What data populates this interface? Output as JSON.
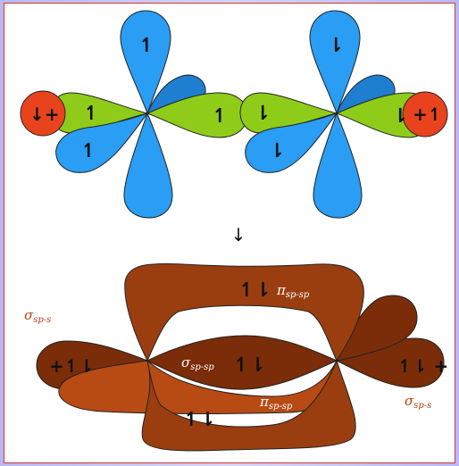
{
  "colors": {
    "blue_lobe": "#2a9df4",
    "blue_lobe_dark": "#1e7fd0",
    "green_lobe": "#8fcc1a",
    "red_s": "#e8431c",
    "brown": "#9a3e10",
    "brown_dark": "#7a2d08",
    "brown_light": "#b84a14",
    "label_orange": "#b8410f"
  },
  "top_left_atom": {
    "s_orbital_spin": "↓+",
    "green_left_spin": "↿",
    "blue_up_spin": "↿",
    "blue_down_spin": "↿",
    "green_right_spin": "↿"
  },
  "top_right_atom": {
    "blue_up_spin": "⇂",
    "green_left_spin": "⇂",
    "blue_down_spin": "⇂",
    "green_right_spin": "⇂",
    "s_orbital_spin": "+↿"
  },
  "reaction_arrow": "↓",
  "bottom": {
    "sigma_sps_left": {
      "symbol": "σ",
      "subscript": "sp-s"
    },
    "sigma_sps_right": {
      "symbol": "σ",
      "subscript": "sp-s"
    },
    "sigma_spsp": {
      "symbol": "σ",
      "subscript": "sp-sp"
    },
    "pi_spsp_top": {
      "symbol": "π",
      "subscript": "sp-sp"
    },
    "pi_spsp_bottom": {
      "symbol": "π",
      "subscript": "sp-sp"
    },
    "pair_top": "↿⇂",
    "pair_center": "↿⇂",
    "pair_bottom": "↿⇂",
    "pair_left": "+↿⇂",
    "pair_right": "↿⇂ +"
  }
}
